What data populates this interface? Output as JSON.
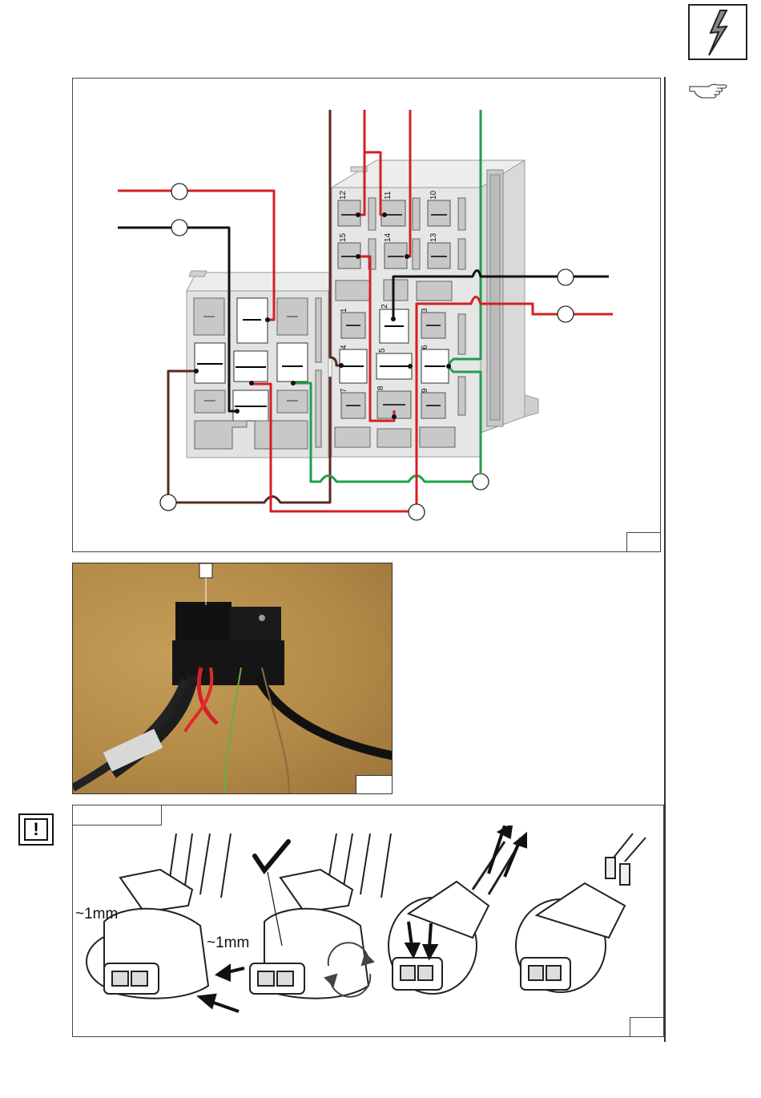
{
  "header": {
    "icons": [
      "lightning-bolt-icon",
      "pointing-hand-icon"
    ]
  },
  "figure1": {
    "pin_numbers": [
      "1",
      "2",
      "3",
      "4",
      "5",
      "6",
      "7",
      "8",
      "9",
      "10",
      "11",
      "12",
      "13",
      "14",
      "15"
    ],
    "wire_colors": {
      "red": "#d42020",
      "black": "#111111",
      "brown": "#5a2a22",
      "green": "#1fa04a"
    }
  },
  "figure2": {
    "kind": "photo"
  },
  "figure3": {
    "labels": {
      "approx1": "~1mm",
      "approx2": "~1mm"
    },
    "icons": [
      "warning-exclamation-icon",
      "checkmark-icon",
      "rotate-arrows-icon"
    ]
  }
}
